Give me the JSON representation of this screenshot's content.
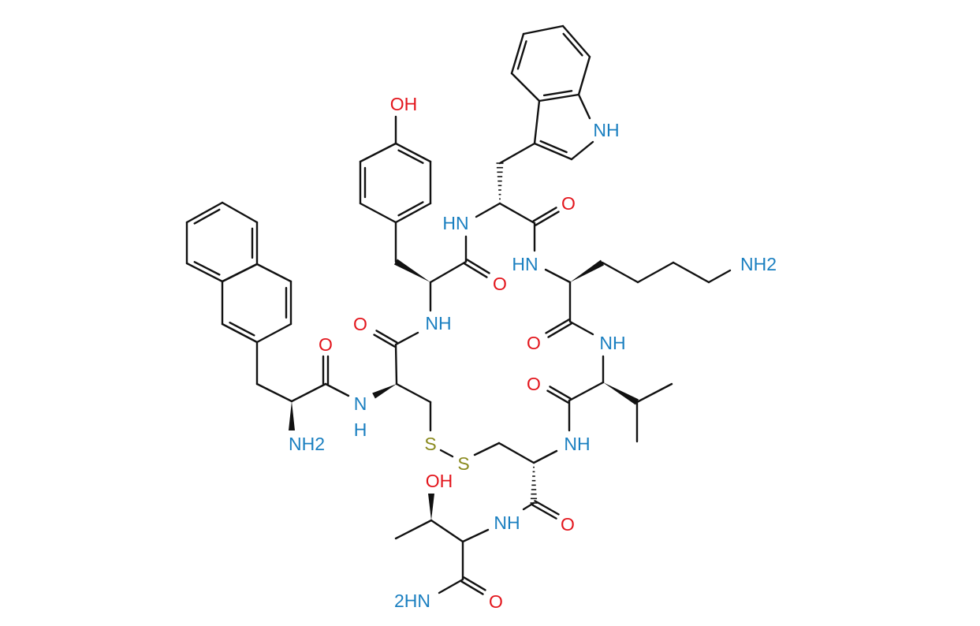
{
  "molecule": {
    "colors": {
      "bond": "#111111",
      "oxygen": "#e3151c",
      "nitrogen": "#1a7fc0",
      "sulfur": "#8a8a1e"
    },
    "labels": [
      {
        "text": "OH",
        "element": "oxygen"
      },
      {
        "text": "NH",
        "element": "nitrogen"
      },
      {
        "text": "HN",
        "element": "nitrogen"
      },
      {
        "text": "O",
        "element": "oxygen"
      },
      {
        "text": "HN",
        "element": "nitrogen"
      },
      {
        "text": "NH2",
        "element": "nitrogen"
      },
      {
        "text": "O",
        "element": "oxygen"
      },
      {
        "text": "O",
        "element": "oxygen"
      },
      {
        "text": "NH",
        "element": "nitrogen"
      },
      {
        "text": "O",
        "element": "oxygen"
      },
      {
        "text": "O",
        "element": "oxygen"
      },
      {
        "text": "NH",
        "element": "nitrogen"
      },
      {
        "text": "N",
        "element": "nitrogen"
      },
      {
        "text": "H",
        "element": "nitrogen"
      },
      {
        "text": "O",
        "element": "oxygen"
      },
      {
        "text": "NH2",
        "element": "nitrogen"
      },
      {
        "text": "S",
        "element": "sulfur"
      },
      {
        "text": "S",
        "element": "sulfur"
      },
      {
        "text": "NH",
        "element": "nitrogen"
      },
      {
        "text": "OH",
        "element": "oxygen"
      },
      {
        "text": "NH",
        "element": "nitrogen"
      },
      {
        "text": "O",
        "element": "oxygen"
      },
      {
        "text": "2HN",
        "element": "nitrogen"
      },
      {
        "text": "O",
        "element": "oxygen"
      }
    ]
  }
}
